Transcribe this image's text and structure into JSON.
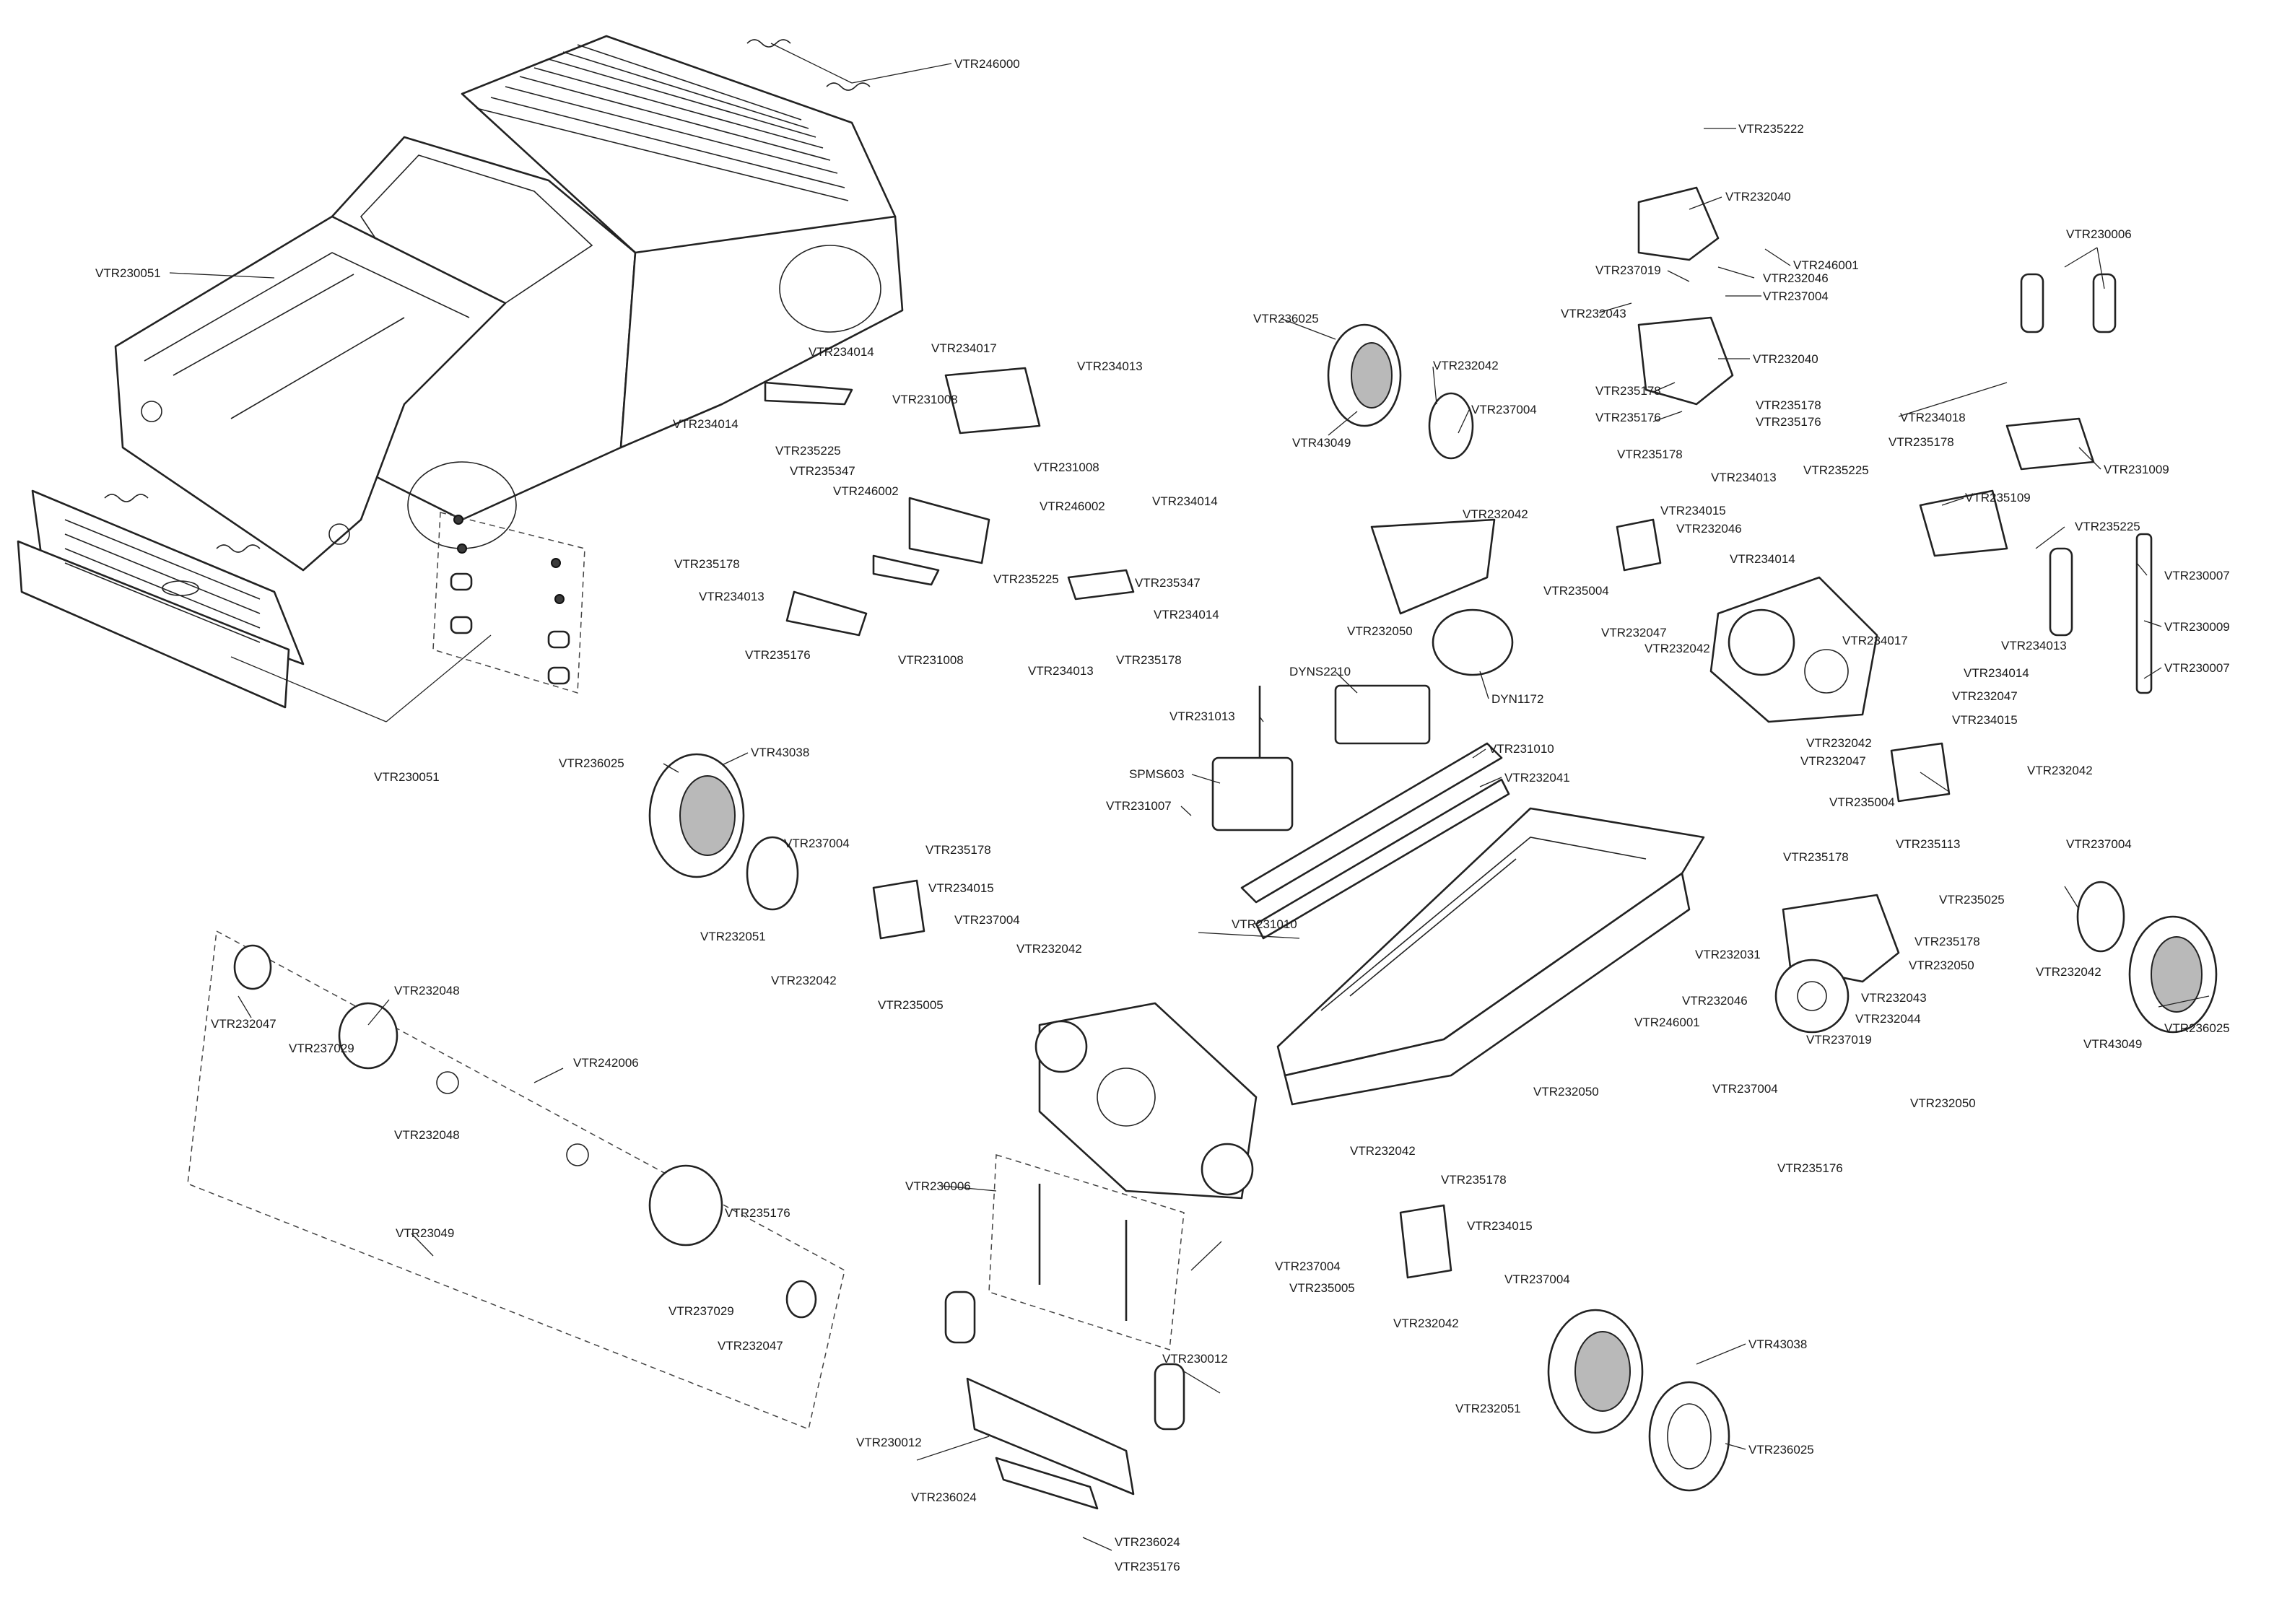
{
  "labels": {
    "vtr246000": "VTR246000",
    "vtr230051": "VTR230051",
    "vtr235222": "VTR235222",
    "vtr232040": "VTR232040",
    "vtr246001": "VTR246001",
    "vtr232046": "VTR232046",
    "vtr237019": "VTR237019",
    "vtr237004": "VTR237004",
    "vtr232043": "VTR232043",
    "vtr230006": "VTR230006",
    "vtr236025": "VTR236025",
    "vtr232042": "VTR232042",
    "vtr43049": "VTR43049",
    "vtr235178": "VTR235178",
    "vtr235176": "VTR235176",
    "vtr234018": "VTR234018",
    "vtr231009": "VTR231009",
    "vtr235225": "VTR235225",
    "vtr234013": "VTR234013",
    "vtr235109": "VTR235109",
    "vtr234014": "VTR234014",
    "vtr234017": "VTR234017",
    "vtr231008": "VTR231008",
    "vtr235347": "VTR235347",
    "vtr246002": "VTR246002",
    "vtr234015": "VTR234015",
    "vtr235004": "VTR235004",
    "vtr232047": "VTR232047",
    "vtr232050": "VTR232050",
    "vtr230007": "VTR230007",
    "vtr230009": "VTR230009",
    "dyns2210": "DYNS2210",
    "dyn1172": "DYN1172",
    "vtr231013": "VTR231013",
    "vtr231010": "VTR231010",
    "vtr232041": "VTR232041",
    "spms603": "SPMS603",
    "vtr231007": "VTR231007",
    "vtr43038": "VTR43038",
    "vtr232051": "VTR232051",
    "vtr235005": "VTR235005",
    "vtr232048": "VTR232048",
    "vtr237029": "VTR237029",
    "vtr242006": "VTR242006",
    "vtr23049": "VTR23049",
    "vtr235113": "VTR235113",
    "vtr235025": "VTR235025",
    "vtr232031": "VTR232031",
    "vtr232044": "VTR232044",
    "vtr230012": "VTR230012",
    "vtr236024": "VTR236024"
  },
  "instances": [
    {
      "key": "vtr246000"
    },
    {
      "key": "vtr230051"
    },
    {
      "key": "vtr230051"
    },
    {
      "key": "vtr235222"
    },
    {
      "key": "vtr232040"
    },
    {
      "key": "vtr246001"
    },
    {
      "key": "vtr232046"
    },
    {
      "key": "vtr237019"
    },
    {
      "key": "vtr237004"
    },
    {
      "key": "vtr232043"
    },
    {
      "key": "vtr232040"
    },
    {
      "key": "vtr230006"
    },
    {
      "key": "vtr236025"
    },
    {
      "key": "vtr232042"
    },
    {
      "key": "vtr237004"
    },
    {
      "key": "vtr43049"
    },
    {
      "key": "vtr235178"
    },
    {
      "key": "vtr235178"
    },
    {
      "key": "vtr235176"
    },
    {
      "key": "vtr235176"
    },
    {
      "key": "vtr235178"
    },
    {
      "key": "vtr234018"
    },
    {
      "key": "vtr235178"
    },
    {
      "key": "vtr231009"
    },
    {
      "key": "vtr234013"
    },
    {
      "key": "vtr235225"
    },
    {
      "key": "vtr235109"
    },
    {
      "key": "vtr235225"
    },
    {
      "key": "vtr234014"
    },
    {
      "key": "vtr234017"
    },
    {
      "key": "vtr234013"
    },
    {
      "key": "vtr234014"
    },
    {
      "key": "vtr234014"
    },
    {
      "key": "vtr234017"
    },
    {
      "key": "vtr234013"
    },
    {
      "key": "vtr231008"
    },
    {
      "key": "vtr234014"
    },
    {
      "key": "vtr235225"
    },
    {
      "key": "vtr235347"
    },
    {
      "key": "vtr231008"
    },
    {
      "key": "vtr246002"
    },
    {
      "key": "vtr246002"
    },
    {
      "key": "vtr234014"
    },
    {
      "key": "vtr235178"
    },
    {
      "key": "vtr234013"
    },
    {
      "key": "vtr235225"
    },
    {
      "key": "vtr235347"
    },
    {
      "key": "vtr234014"
    },
    {
      "key": "vtr235176"
    },
    {
      "key": "vtr231008"
    },
    {
      "key": "vtr234013"
    },
    {
      "key": "vtr235178"
    },
    {
      "key": "vtr232042"
    },
    {
      "key": "vtr234015"
    },
    {
      "key": "vtr232046"
    },
    {
      "key": "vtr235004"
    },
    {
      "key": "vtr232047"
    },
    {
      "key": "vtr232042"
    },
    {
      "key": "vtr232050"
    },
    {
      "key": "vtr230007"
    },
    {
      "key": "vtr230009"
    },
    {
      "key": "vtr230007"
    },
    {
      "key": "dyns2210"
    },
    {
      "key": "dyn1172"
    },
    {
      "key": "vtr231013"
    },
    {
      "key": "vtr231010"
    },
    {
      "key": "vtr232041"
    },
    {
      "key": "spms603"
    },
    {
      "key": "vtr231007"
    },
    {
      "key": "vtr231010"
    },
    {
      "key": "vtr232047"
    },
    {
      "key": "vtr234015"
    },
    {
      "key": "vtr232042"
    },
    {
      "key": "vtr232047"
    },
    {
      "key": "vtr235004"
    },
    {
      "key": "vtr232042"
    },
    {
      "key": "vtr237004"
    },
    {
      "key": "vtr232042"
    },
    {
      "key": "vtr43049"
    },
    {
      "key": "vtr236025"
    },
    {
      "key": "vtr236025"
    },
    {
      "key": "vtr43038"
    },
    {
      "key": "vtr237004"
    },
    {
      "key": "vtr232051"
    },
    {
      "key": "vtr232042"
    },
    {
      "key": "vtr235178"
    },
    {
      "key": "vtr234015"
    },
    {
      "key": "vtr237004"
    },
    {
      "key": "vtr232042"
    },
    {
      "key": "vtr235005"
    },
    {
      "key": "vtr232048"
    },
    {
      "key": "vtr232047"
    },
    {
      "key": "vtr237029"
    },
    {
      "key": "vtr242006"
    },
    {
      "key": "vtr232048"
    },
    {
      "key": "vtr23049"
    },
    {
      "key": "vtr235176"
    },
    {
      "key": "vtr237029"
    },
    {
      "key": "vtr232047"
    },
    {
      "key": "vtr235178"
    },
    {
      "key": "vtr235113"
    },
    {
      "key": "vtr235025"
    },
    {
      "key": "vtr235178"
    },
    {
      "key": "vtr232031"
    },
    {
      "key": "vtr232050"
    },
    {
      "key": "vtr232046"
    },
    {
      "key": "vtr232043"
    },
    {
      "key": "vtr232044"
    },
    {
      "key": "vtr246001"
    },
    {
      "key": "vtr237019"
    },
    {
      "key": "vtr232050"
    },
    {
      "key": "vtr237004"
    },
    {
      "key": "vtr232050"
    },
    {
      "key": "vtr235176"
    },
    {
      "key": "vtr230006"
    },
    {
      "key": "vtr232042"
    },
    {
      "key": "vtr235178"
    },
    {
      "key": "vtr234015"
    },
    {
      "key": "vtr237004"
    },
    {
      "key": "vtr235005"
    },
    {
      "key": "vtr237004"
    },
    {
      "key": "vtr232042"
    },
    {
      "key": "vtr43038"
    },
    {
      "key": "vtr232051"
    },
    {
      "key": "vtr236025"
    },
    {
      "key": "vtr230012"
    },
    {
      "key": "vtr230012"
    },
    {
      "key": "vtr236024"
    },
    {
      "key": "vtr236024"
    },
    {
      "key": "vtr235176"
    }
  ]
}
